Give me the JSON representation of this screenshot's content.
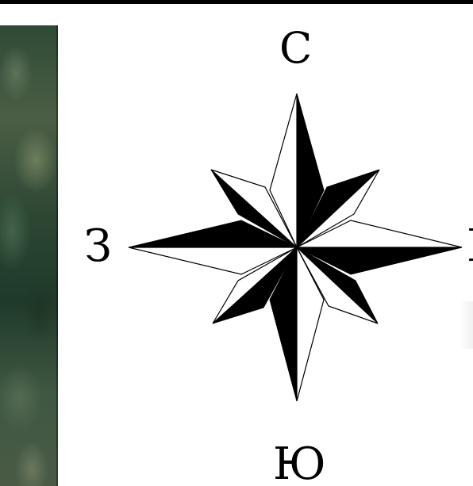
{
  "compass": {
    "north": "С",
    "west": "З",
    "south": "Ю",
    "east": "В"
  },
  "colors": {
    "ink": "#000000",
    "paper": "#ffffff",
    "forest": "#2c4633"
  }
}
